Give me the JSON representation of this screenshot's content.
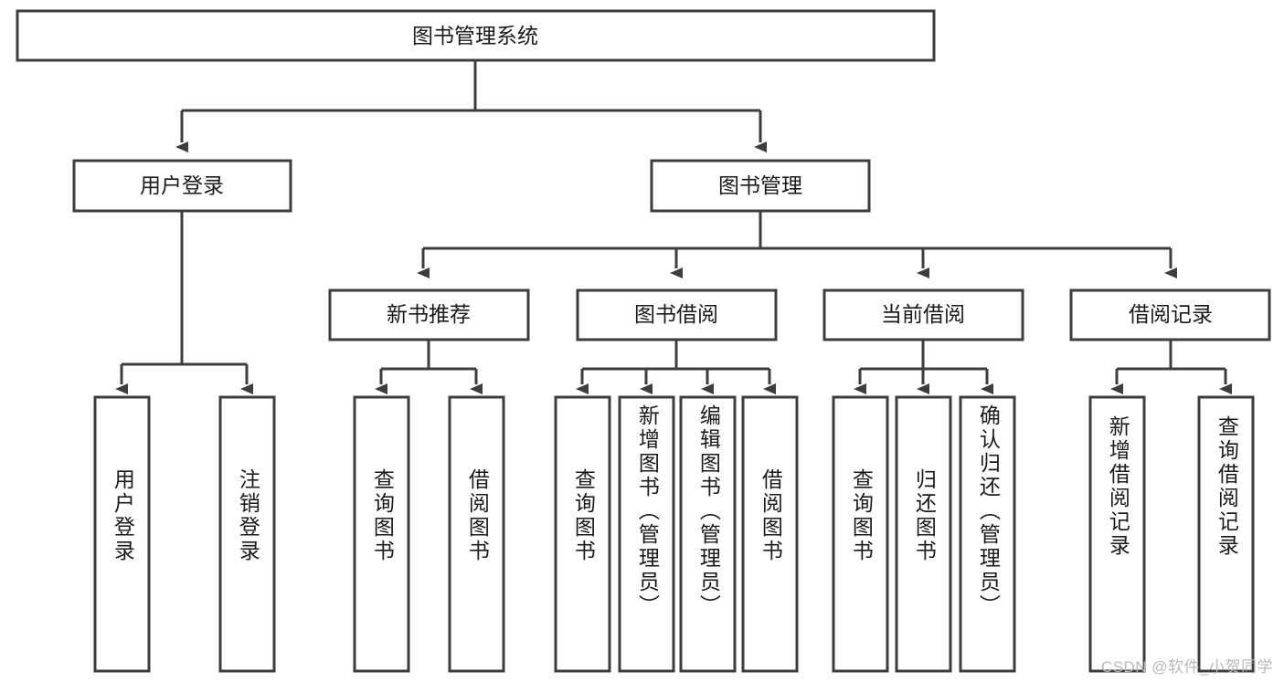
{
  "diagram": {
    "title": "图书管理系统",
    "type": "tree-hierarchy",
    "watermark": "CSDN @软件_小贺同学",
    "colors": {
      "stroke": "#3d3d3d",
      "fill": "#ffffff",
      "text": "#1a1a1a",
      "watermark": "#b9b9b9"
    }
  },
  "nodes": {
    "root": {
      "label": "图书管理系统"
    },
    "level1": [
      {
        "label": "用户登录"
      },
      {
        "label": "图书管理"
      }
    ],
    "level2": [
      {
        "label": "新书推荐"
      },
      {
        "label": "图书借阅"
      },
      {
        "label": "当前借阅"
      },
      {
        "label": "借阅记录"
      }
    ],
    "leaves": {
      "user_login": [
        {
          "label": "用户登录"
        },
        {
          "label": "注销登录"
        }
      ],
      "new_book_recommend": [
        {
          "label": "查询图书"
        },
        {
          "label": "借阅图书"
        }
      ],
      "book_borrow": [
        {
          "label": "查询图书"
        },
        {
          "label": "新增图书（管理员）"
        },
        {
          "label": "编辑图书（管理员）"
        },
        {
          "label": "借阅图书"
        }
      ],
      "current_borrow": [
        {
          "label": "查询图书"
        },
        {
          "label": "归还图书"
        },
        {
          "label": "确认归还（管理员）"
        }
      ],
      "borrow_record": [
        {
          "label": "新增借阅记录"
        },
        {
          "label": "查询借阅记录"
        }
      ]
    }
  }
}
